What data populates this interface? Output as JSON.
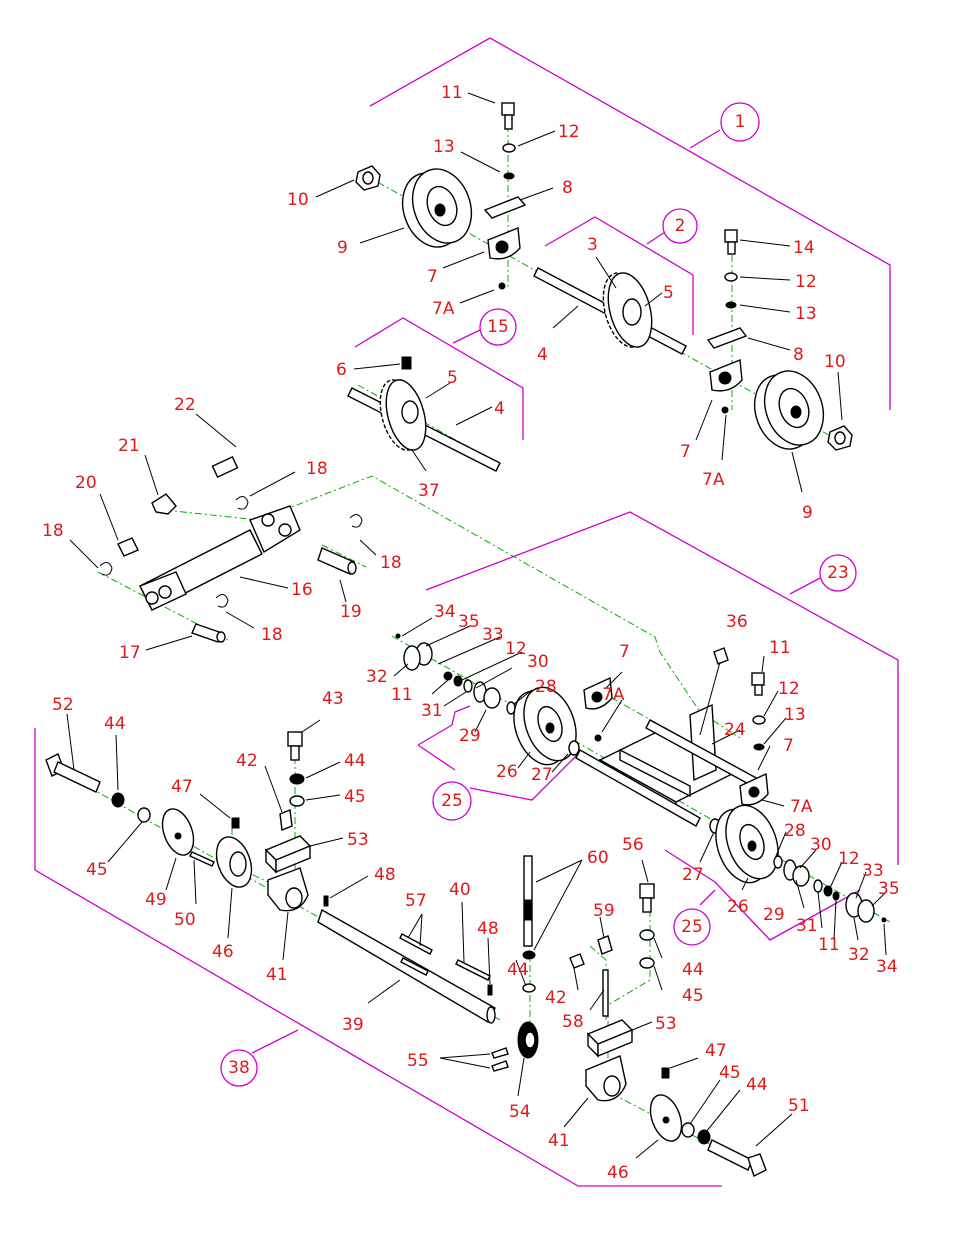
{
  "diagram": {
    "assembly_callouts": [
      "1",
      "2",
      "15",
      "23",
      "25",
      "25",
      "38"
    ],
    "labels": {
      "l11a": "11",
      "l12a": "12",
      "l13a": "13",
      "l8a": "8",
      "l10a": "10",
      "l9a": "9",
      "l7a": "7",
      "l7Aa": "7A",
      "l3": "3",
      "l5a": "5",
      "l4a": "4",
      "l14": "14",
      "l12b": "12",
      "l13b": "13",
      "l8b": "8",
      "l10b": "10",
      "l7b": "7",
      "l7Ab": "7A",
      "l9b": "9",
      "l6": "6",
      "l5b": "5",
      "l4b": "4",
      "l37": "37",
      "l22": "22",
      "l21": "21",
      "l20": "20",
      "l18a": "18",
      "l18b": "18",
      "l18c": "18",
      "l18d": "18",
      "l16": "16",
      "l19": "19",
      "l17": "17",
      "l34a": "34",
      "l35a": "35",
      "l33a": "33",
      "l12c": "12",
      "l30a": "30",
      "l28a": "28",
      "l32a": "32",
      "l11b": "11",
      "l31a": "31",
      "l29a": "29",
      "l26a": "26",
      "l27a": "27",
      "l7c": "7",
      "l7Ac": "7A",
      "l36": "36",
      "l11c": "11",
      "l12d": "12",
      "l13c": "13",
      "l24": "24",
      "l7d": "7",
      "l7Ad": "7A",
      "l28b": "28",
      "l30b": "30",
      "l12e": "12",
      "l33b": "33",
      "l35b": "35",
      "l27b": "27",
      "l26b": "26",
      "l29b": "29",
      "l31b": "31",
      "l11d": "11",
      "l32b": "32",
      "l34b": "34",
      "l52": "52",
      "l44a": "44",
      "l47a": "47",
      "l42a": "42",
      "l43": "43",
      "l44b": "44",
      "l45a": "45",
      "l53a": "53",
      "l45b": "45",
      "l49": "49",
      "l50": "50",
      "l46a": "46",
      "l41a": "41",
      "l48a": "48",
      "l57": "57",
      "l40": "40",
      "l48b": "48",
      "l39": "39",
      "l60": "60",
      "l56": "56",
      "l59": "59",
      "l44c": "44",
      "l42b": "42",
      "l58": "58",
      "l44d": "44",
      "l45c": "45",
      "l53b": "53",
      "l55": "55",
      "l54": "54",
      "l41b": "41",
      "l47b": "47",
      "l45d": "45",
      "l44e": "44",
      "l51": "51",
      "l46b": "46"
    }
  }
}
